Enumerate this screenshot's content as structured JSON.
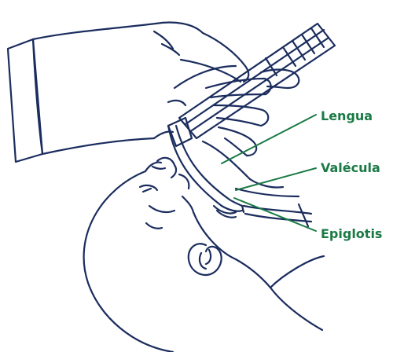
{
  "labels": {
    "lengua": "Lengua",
    "valecula": "Valécula",
    "epiglotis": "Epiglotis"
  },
  "colors": {
    "line_art": "#1b2d5e",
    "label_text": "#1a7a45",
    "leader_lines": "#1a7a45",
    "background": "#ffffff"
  }
}
